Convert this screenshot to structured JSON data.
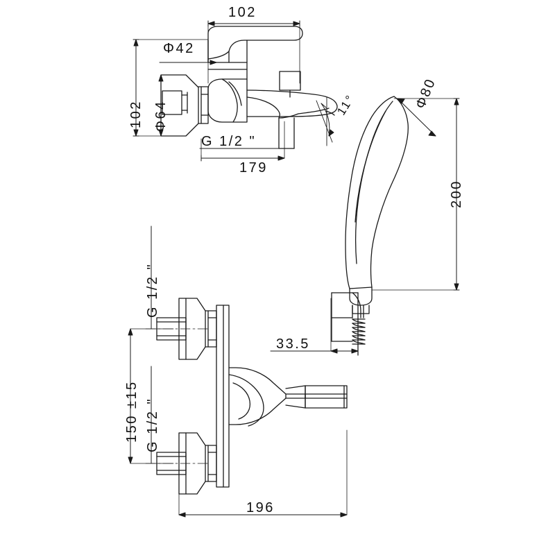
{
  "drawing": {
    "title": "Bath shower mixer technical drawing",
    "line_color": "#1a1a1a",
    "background_color": "#ffffff",
    "views": [
      {
        "name": "side-view-mixer",
        "position": "top-left"
      },
      {
        "name": "handshower-view",
        "position": "top-right"
      },
      {
        "name": "front-view-mixer",
        "position": "bottom-left"
      },
      {
        "name": "shower-holder-view",
        "position": "middle-right"
      }
    ]
  },
  "dimensions": {
    "top_width": "102",
    "spout_diameter": "Φ42",
    "flange_height": "102",
    "flange_diameter": "Φ64",
    "inlet_thread_top": "G  1/2 \"",
    "spout_length": "179",
    "spout_angle": "11°",
    "handshower_diameter": "Φ80",
    "handshower_length": "200",
    "inlet_thread_upper": "G  1/2 \"",
    "inlet_thread_lower": "G  1/2 \"",
    "inlet_spacing": "150 ±15",
    "holder_offset": "33.5",
    "body_width": "196"
  }
}
